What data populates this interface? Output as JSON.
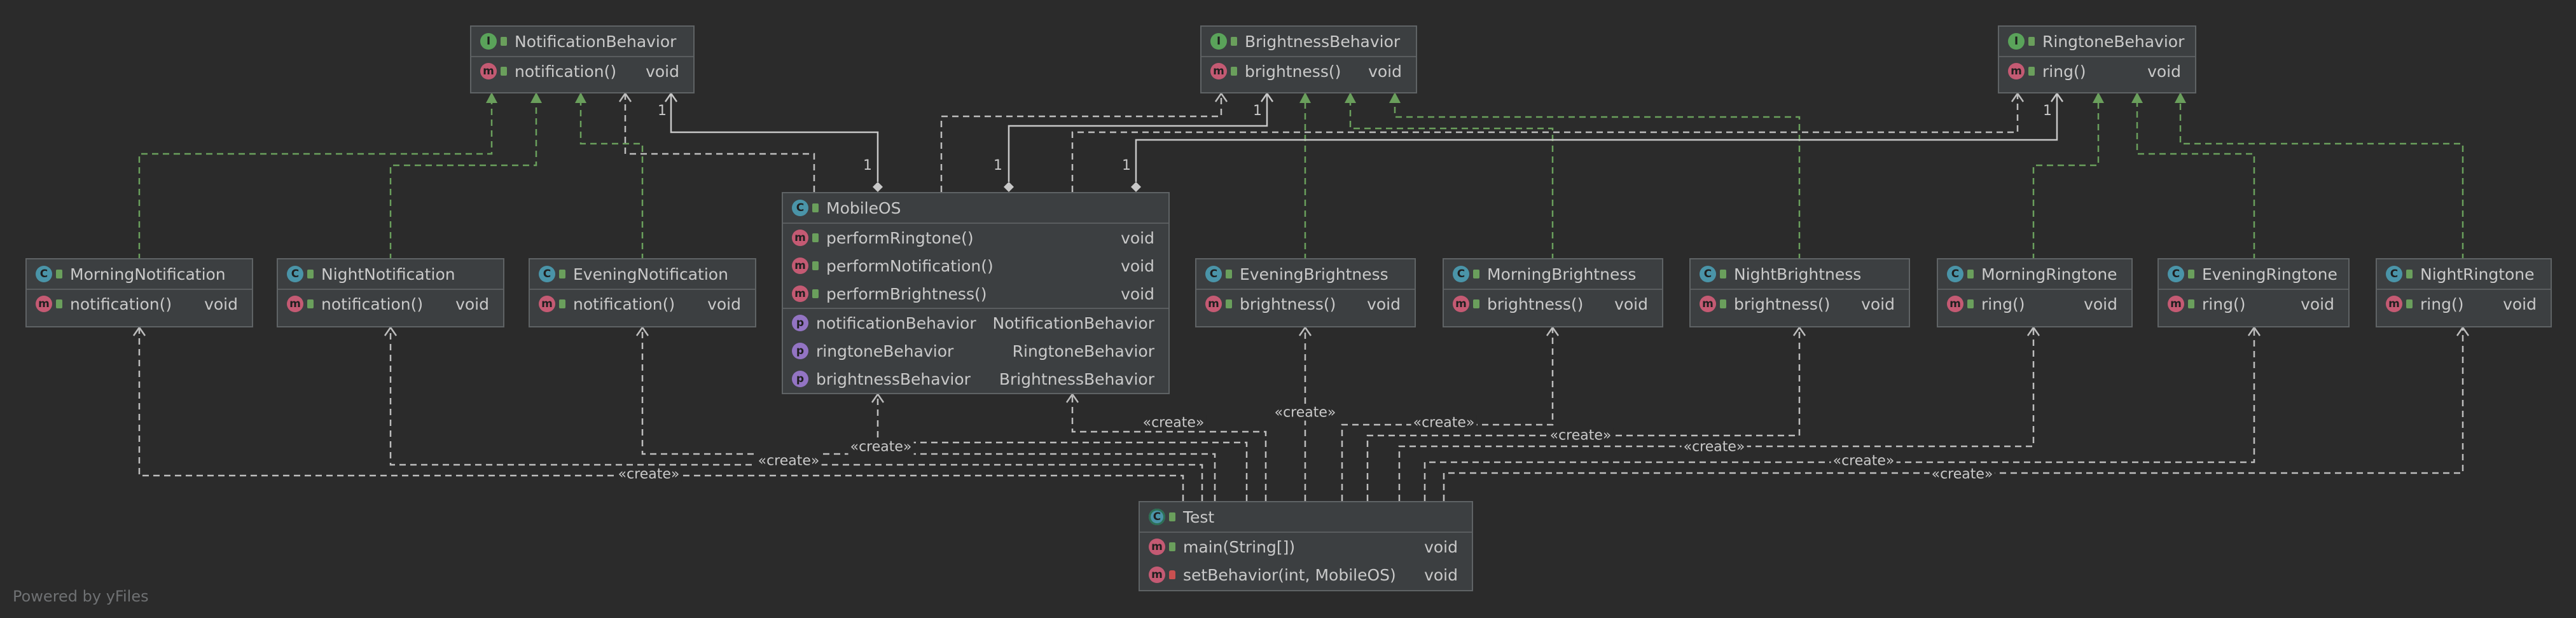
{
  "interfaces": [
    {
      "name": "NotificationBehavior",
      "methods": [
        {
          "name": "notification()",
          "type": "void"
        }
      ]
    },
    {
      "name": "BrightnessBehavior",
      "methods": [
        {
          "name": "brightness()",
          "type": "void"
        }
      ]
    },
    {
      "name": "RingtoneBehavior",
      "methods": [
        {
          "name": "ring()",
          "type": "void"
        }
      ]
    }
  ],
  "mobile_os": {
    "name": "MobileOS",
    "methods": [
      {
        "name": "performRingtone()",
        "type": "void"
      },
      {
        "name": "performNotification()",
        "type": "void"
      },
      {
        "name": "performBrightness()",
        "type": "void"
      }
    ],
    "fields": [
      {
        "name": "notificationBehavior",
        "type": "NotificationBehavior"
      },
      {
        "name": "ringtoneBehavior",
        "type": "RingtoneBehavior"
      },
      {
        "name": "brightnessBehavior",
        "type": "BrightnessBehavior"
      }
    ]
  },
  "classes": [
    {
      "name": "MorningNotification",
      "method": "notification()",
      "type": "void"
    },
    {
      "name": "NightNotification",
      "method": "notification()",
      "type": "void"
    },
    {
      "name": "EveningNotification",
      "method": "notification()",
      "type": "void"
    },
    {
      "name": "EveningBrightness",
      "method": "brightness()",
      "type": "void"
    },
    {
      "name": "MorningBrightness",
      "method": "brightness()",
      "type": "void"
    },
    {
      "name": "NightBrightness",
      "method": "brightness()",
      "type": "void"
    },
    {
      "name": "MorningRingtone",
      "method": "ring()",
      "type": "void"
    },
    {
      "name": "EveningRingtone",
      "method": "ring()",
      "type": "void"
    },
    {
      "name": "NightRingtone",
      "method": "ring()",
      "type": "void"
    }
  ],
  "test": {
    "name": "Test",
    "methods": [
      {
        "name": "main(String[])",
        "type": "void"
      },
      {
        "name": "setBehavior(int, MobileOS)",
        "type": "void"
      }
    ]
  },
  "labels": {
    "create": "«create»",
    "multiplicity": "1"
  },
  "footer": "Powered by yFiles",
  "colors": {
    "background": "#2b2b2b",
    "node_fill": "#3c3f41",
    "realization_edge": "#6a9f5c",
    "dependency_edge": "#bdbdbd"
  }
}
